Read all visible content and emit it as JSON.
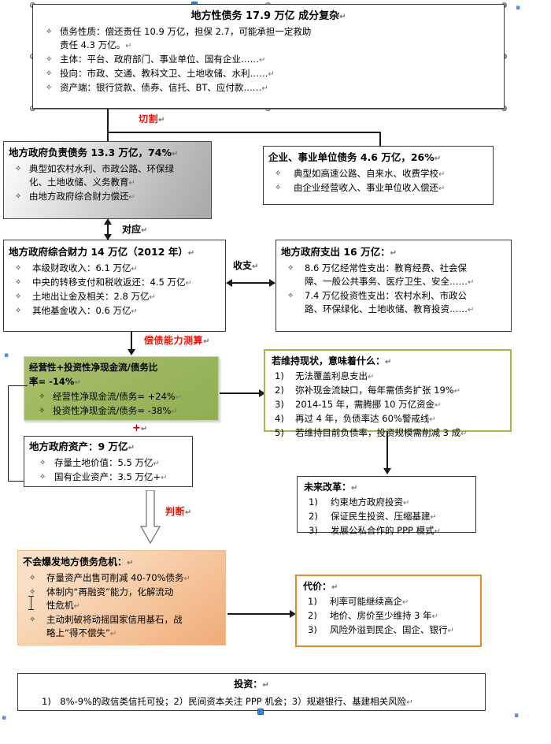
{
  "diagram": {
    "title_box": {
      "title": "地方性债务 17.9 万亿 成分复杂",
      "bullets": [
        "债务性质：偿还责任 10.9 万亿，担保 2.7，可能承担一定救助责任 4.3 万亿。",
        "主体：平台、政府部门、事业单位、国有企业……",
        "投向：市政、交通、教科文卫、土地收储、水利……",
        "资产端：银行贷款、债券、信托、BT、应付款……"
      ],
      "bullet_lines": [
        [
          "债务性质：偿还责任 10.9 万亿，担保 2.7，可能承担一定救助",
          "责任 4.3 万亿。"
        ],
        [
          "主体：平台、政府部门、事业单位、国有企业……"
        ],
        [
          "投向：市政、交通、教科文卫、土地收储、水利……"
        ],
        [
          "资产端：银行贷款、债券、信托、BT、应付款……"
        ]
      ]
    },
    "gov_debt_box": {
      "title": "地方政府负责债务 13.3 万亿，74%",
      "bullet_lines": [
        [
          "典型如农村水利、市政公路、环保绿",
          "化、土地收储、义务教育"
        ],
        [
          "由地方政府综合财力偿还"
        ]
      ]
    },
    "enterprise_debt_box": {
      "title": "企业、事业单位债务 4.6 万亿，26%",
      "bullet_lines": [
        [
          "典型如高速公路、自来水、收费学校"
        ],
        [
          "由企业经营收入、事业单位收入偿还"
        ]
      ]
    },
    "fiscal_capacity_box": {
      "title": "地方政府综合财力 14 万亿（2012 年）",
      "bullet_lines": [
        [
          "本级财政收入：6.1 万亿"
        ],
        [
          "中央的转移支付和税收返还：4.5 万亿"
        ],
        [
          "土地出让金及相关：2.8 万亿"
        ],
        [
          "其他基金收入：0.6 万亿"
        ]
      ]
    },
    "spending_box": {
      "title": "地方政府支出 16 万亿：",
      "bullet_lines": [
        [
          "8.6 万亿经常性支出：教育经费、社会保",
          "障、一般公共事务、医疗卫生、安全……"
        ],
        [
          "7.4 万亿投资性支出：农村水利、市政公",
          "路、环保绿化、土地收储、教育投资……"
        ]
      ]
    },
    "cashflow_box": {
      "title_lines": [
        "经营性+投资性净现金流/债务比",
        "率= -14%"
      ],
      "bullet_lines": [
        [
          "经营性净现金流/债务= +24%"
        ],
        [
          "投资性净现金流/债务= -38%"
        ]
      ]
    },
    "assets_box": {
      "title": "地方政府资产：9 万亿",
      "bullet_lines": [
        [
          "存量土地价值：5.5 万亿"
        ],
        [
          "国有企业资产：3.5 万亿+"
        ]
      ]
    },
    "status_quo_box": {
      "title": "若维持现状，意味着什么：",
      "items": [
        {
          "num": "1)",
          "text": "无法覆盖利息支出"
        },
        {
          "num": "2)",
          "text": "弥补现金流缺口，每年需债务扩张 19%"
        },
        {
          "num": "3)",
          "text": "2014-15 年，需腾挪 10 万亿资金"
        },
        {
          "num": "4)",
          "text": "再过 4 年，负债率达 60%警戒线"
        },
        {
          "num": "5)",
          "text": "若维持目前负债率，投资规模需削减 3 成"
        }
      ]
    },
    "reform_box": {
      "title": "未来改革：",
      "items": [
        {
          "num": "1)",
          "text": "约束地方政府投资"
        },
        {
          "num": "2)",
          "text": "保证民生投资、压缩基建"
        },
        {
          "num": "3)",
          "text": "发展公私合作的 PPP 模式"
        }
      ]
    },
    "no_crisis_box": {
      "title": "不会爆发地方债务危机：",
      "bullet_lines": [
        [
          "存量资产出售可削减 40-70%债务"
        ],
        [
          "体制内“再融资”能力，化解流动",
          "性危机"
        ],
        [
          "主动刺破将动摇国家信用基石，战",
          "略上“得不偿失”"
        ]
      ]
    },
    "cost_box": {
      "title": "代价：",
      "items": [
        {
          "num": "1)",
          "text": "利率可能继续高企"
        },
        {
          "num": "2)",
          "text": "地价、房价至少维持 3 年"
        },
        {
          "num": "3)",
          "text": "风险外溢到民企、国企、银行"
        }
      ]
    },
    "investment_box": {
      "title": "投资：",
      "line": "1)　8%-9%的政信类信托可投；2）民间资本关注 PPP 机会；3）规避银行、基建相关风险"
    },
    "connector_labels": {
      "split": "切割",
      "correspond": "对应",
      "income_expense": "收支",
      "solvency": "偿债能力测算",
      "plus": "+",
      "judgement": "判断"
    },
    "colors": {
      "green_fill": "#9fb861",
      "green_border": "#99bb4a",
      "orange_fill": "#f4bd91",
      "orange_border": "#e8892b",
      "gray_fill": "#b8b8b8",
      "red_label": "#e8140c",
      "line": "#1a1a1a"
    }
  }
}
